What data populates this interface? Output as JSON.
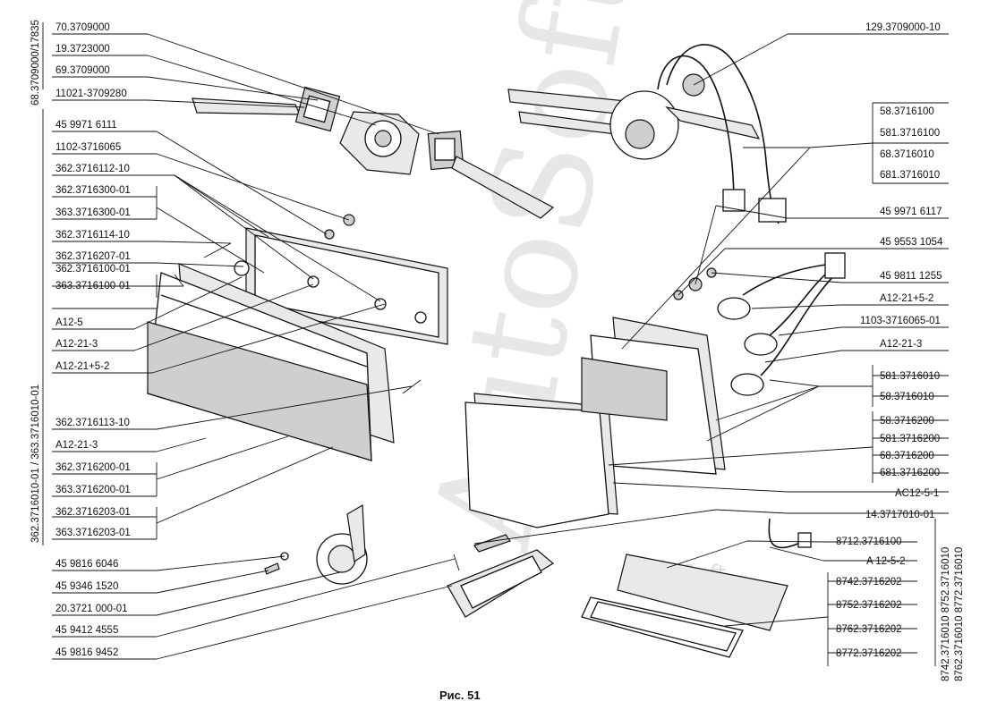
{
  "caption": "Рис. 51",
  "watermark": {
    "main": "AutoSoft",
    "small": "AutoSoft"
  },
  "vertical_labels": {
    "left_top": "68.3709000/17835",
    "left_main": "362.3716010-01 / 363.3716010-01",
    "right_col1": "8742.3716010  8752.3716010",
    "right_col2": "8762.3716010  8772.3716010"
  },
  "left_labels": [
    "70.3709000",
    "19.3723000",
    "69.3709000",
    "11021-3709280",
    "45 9971 6111",
    "1102-3716065",
    "362.3716112-10",
    "362.3716300-01",
    "363.3716300-01",
    "362.3716114-10",
    "362.3716207-01",
    "362.3716100-01",
    "363.3716100-01",
    "A12-5",
    "A12-21-3",
    "A12-21+5-2",
    "362.3716113-10",
    "A12-21-3",
    "362.3716200-01",
    "363.3716200-01",
    "362.3716203-01",
    "363.3716203-01",
    "45 9816 6046",
    "45 9346 1520",
    "20.3721 000-01",
    "45 9412 4555",
    "45 9816 9452"
  ],
  "right_labels": [
    "129.3709000-10",
    "58.3716100",
    "581.3716100",
    "68.3716010",
    "681.3716010",
    "45 9971 6117",
    "45 9553 1054",
    "45 9811 1255",
    "A12-21+5-2",
    "1103-3716065-01",
    "A12-21-3",
    "581.3716010",
    "58.3716010",
    "58.3716200",
    "581.3716200",
    "68.3716200",
    "681.3716200",
    "AC12-5-1",
    "14.3717010-01",
    "8712.3716100",
    "A 12-5-2",
    "8742.3716202",
    "8752.3716202",
    "8762.3716202",
    "8772.3716202"
  ]
}
